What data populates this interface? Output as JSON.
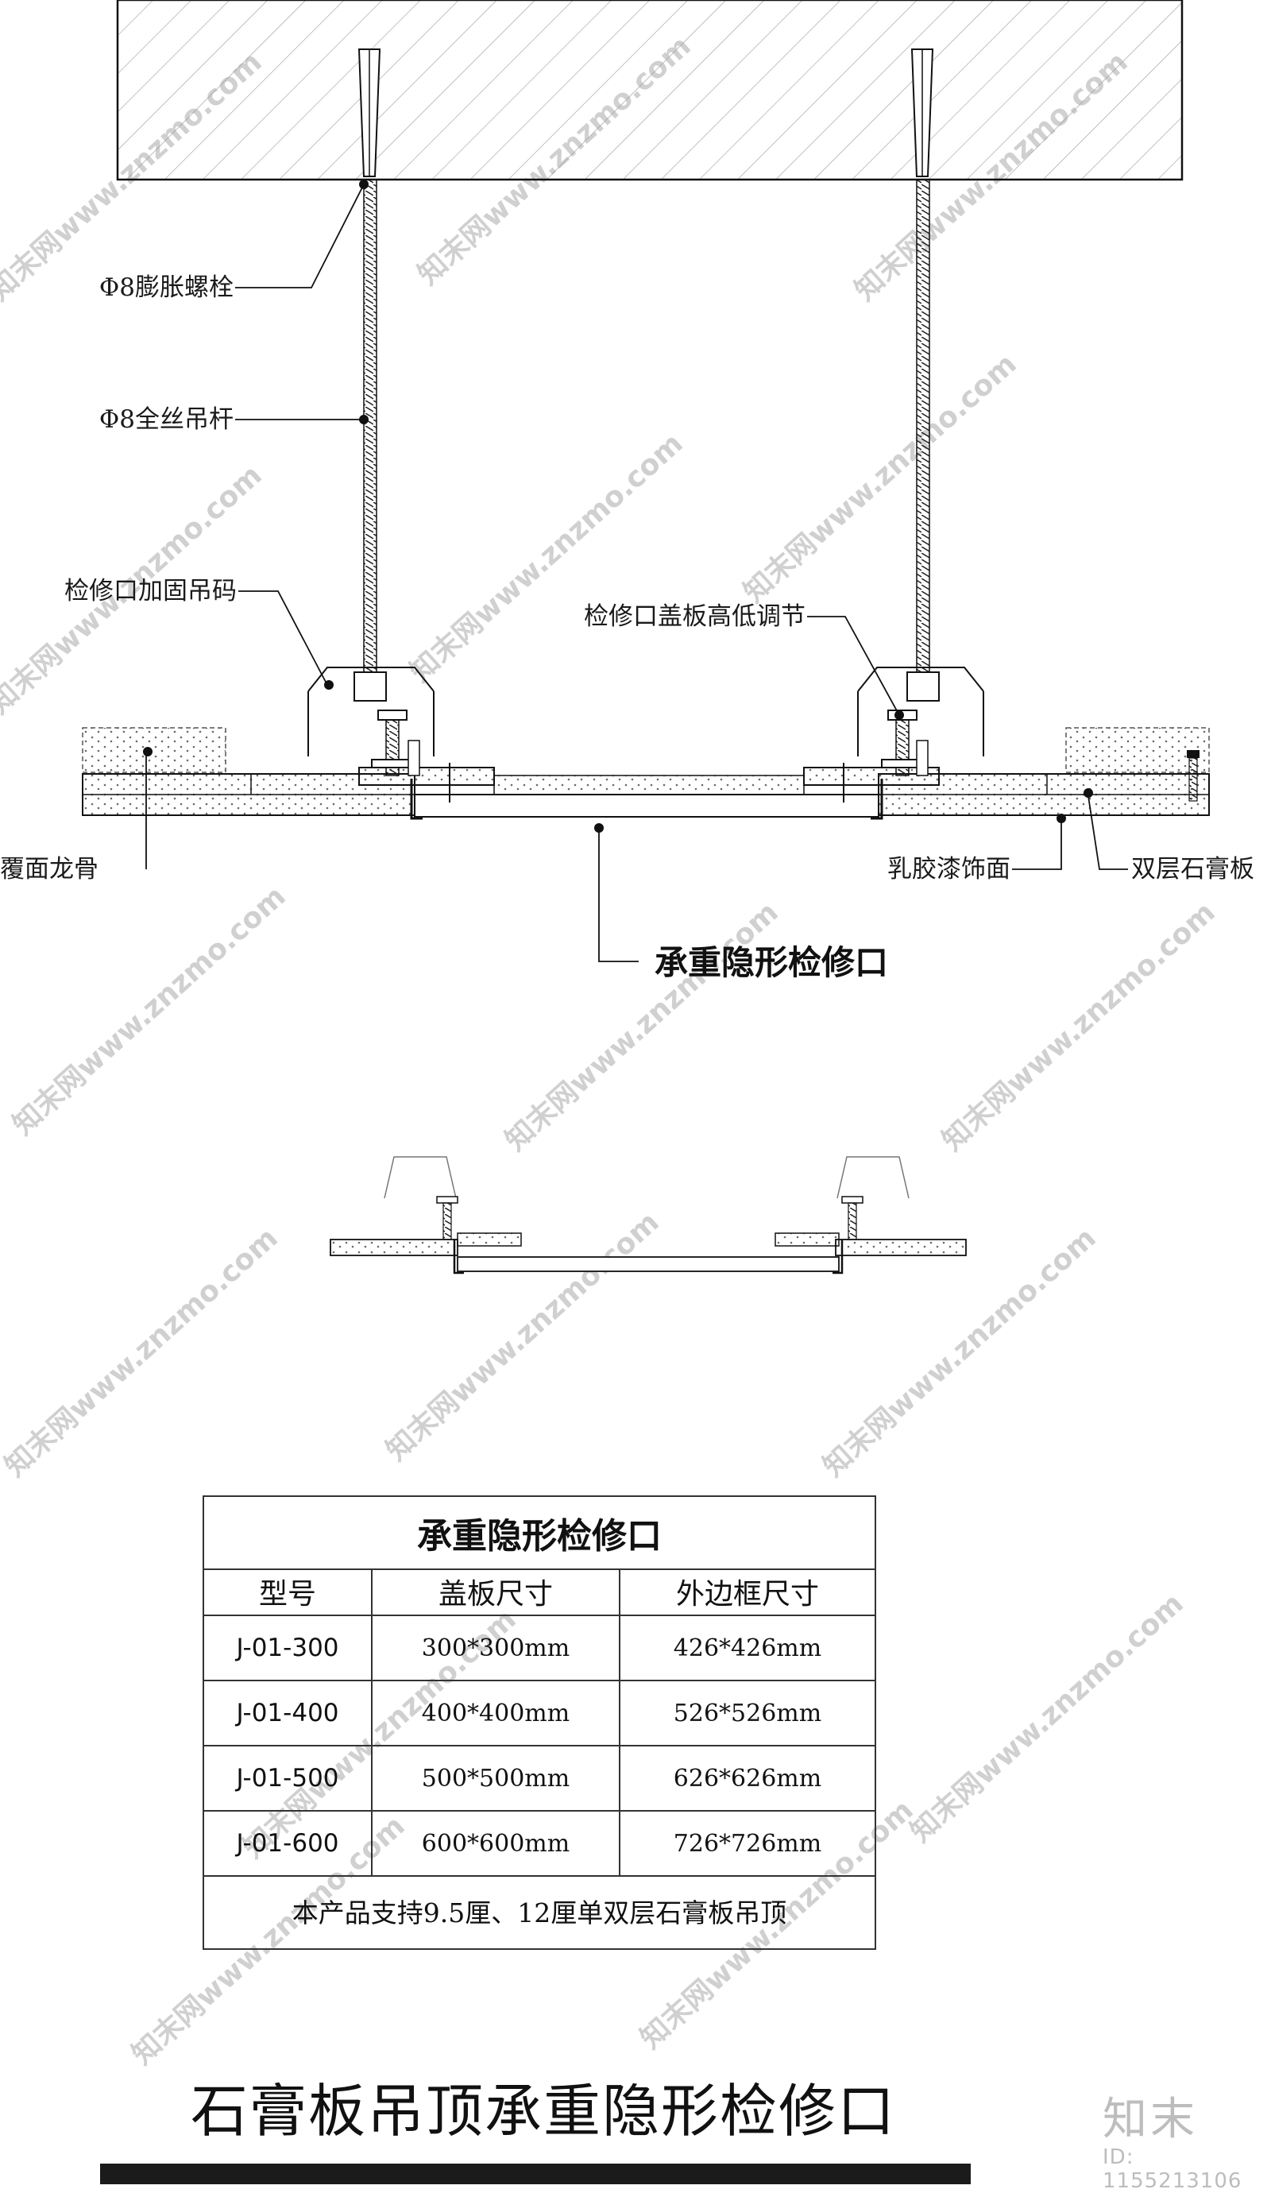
{
  "labels": {
    "bolt": "Φ8膨胀螺栓",
    "rod": "Φ8全丝吊杆",
    "hanger": "检修口加固吊码",
    "adjust": "检修口盖板高低调节",
    "keel": "覆面龙骨",
    "paint": "乳胶漆饰面",
    "board": "双层石膏板",
    "section_title": "承重隐形检修口"
  },
  "watermark": "知末网www.znzmo.com",
  "table": {
    "title": "承重隐形检修口",
    "headers": [
      "型号",
      "盖板尺寸",
      "外边框尺寸"
    ],
    "rows": [
      [
        "J-01-300",
        "300*300mm",
        "426*426mm"
      ],
      [
        "J-01-400",
        "400*400mm",
        "526*526mm"
      ],
      [
        "J-01-500",
        "500*500mm",
        "626*626mm"
      ],
      [
        "J-01-600",
        "600*600mm",
        "726*726mm"
      ]
    ],
    "note": "本产品支持9.5厘、12厘单双层石膏板吊顶"
  },
  "main_title": "石膏板吊顶承重隐形检修口",
  "brand": {
    "logo": "知末",
    "id": "ID: 1155213106"
  }
}
